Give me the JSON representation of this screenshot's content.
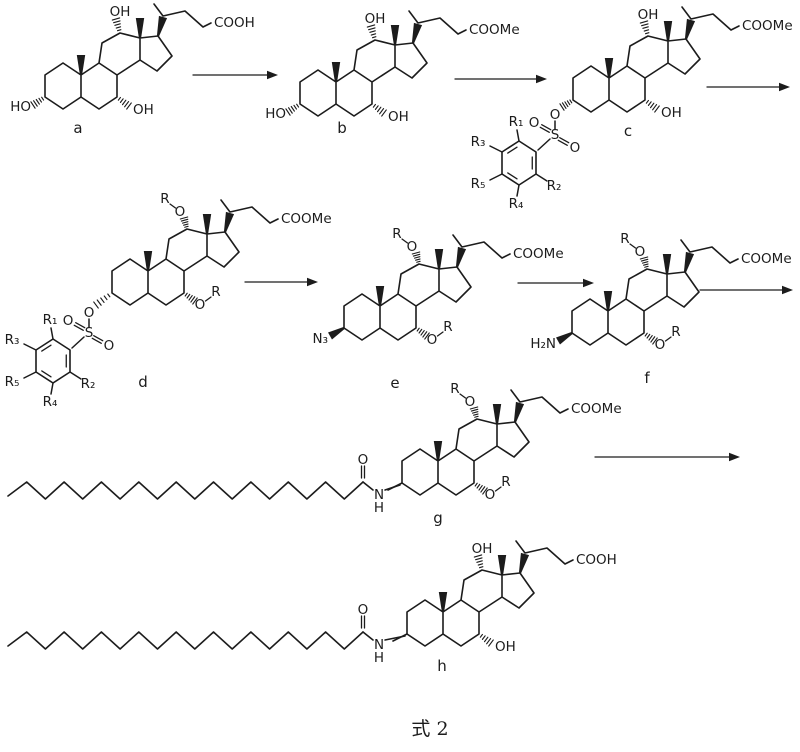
{
  "caption": "式 2",
  "atoms": {
    "oh": "OH",
    "ho": "HO",
    "o": "O",
    "s": "S",
    "r": "R",
    "n": "N",
    "h": "H",
    "n3": "N₃",
    "h2n": "H₂N",
    "cooh": "COOH",
    "coome": "COOMe",
    "r1": "R₁",
    "r2": "R₂",
    "r3": "R₃",
    "r4": "R₄",
    "r5": "R₅"
  },
  "structures": [
    {
      "label": "a",
      "pos3": "HO",
      "pos7": "OH",
      "pos12": "OH",
      "chain_end": "COOH"
    },
    {
      "label": "b",
      "pos3": "HO",
      "pos7": "OH",
      "pos12": "OH",
      "chain_end": "COOMe"
    },
    {
      "label": "c",
      "pos3": "O",
      "pos7": "OH",
      "pos12": "OH",
      "chain_end": "COOMe"
    },
    {
      "label": "d",
      "pos3": "O",
      "pos7": "OR",
      "pos12": "OR",
      "chain_end": "COOMe"
    },
    {
      "label": "e",
      "pos3": "N₃",
      "pos7": "OR",
      "pos12": "OR",
      "chain_end": "COOMe"
    },
    {
      "label": "f",
      "pos3": "H₂N",
      "pos7": "OR",
      "pos12": "OR",
      "chain_end": "COOMe"
    },
    {
      "label": "g",
      "pos3": "NH",
      "pos7": "OR",
      "pos12": "OR",
      "chain_end": "COOMe"
    },
    {
      "label": "h",
      "pos3": "NH",
      "pos7": "OH",
      "pos12": "OH",
      "chain_end": "COOH"
    }
  ]
}
